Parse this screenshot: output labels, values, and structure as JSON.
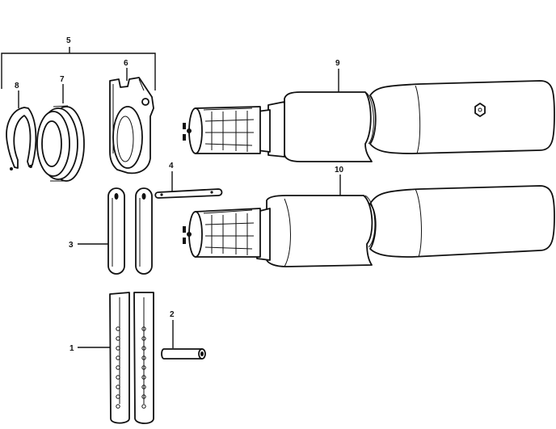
{
  "diagram": {
    "callouts": {
      "c1": "1",
      "c2": "2",
      "c3": "3",
      "c4": "4",
      "c5": "5",
      "c6": "6",
      "c7": "7",
      "c8": "8",
      "c9": "9",
      "c10": "10"
    },
    "parts": [
      {
        "callout": "1",
        "icon": "lift-link-strap-icon"
      },
      {
        "callout": "2",
        "icon": "pin-icon"
      },
      {
        "callout": "3",
        "icon": "link-strap-icon"
      },
      {
        "callout": "4",
        "icon": "pin-icon"
      },
      {
        "callout": "5",
        "icon": "bracket-group-icon"
      },
      {
        "callout": "6",
        "icon": "yoke-icon"
      },
      {
        "callout": "7",
        "icon": "seal-icon"
      },
      {
        "callout": "8",
        "icon": "retaining-ring-icon"
      },
      {
        "callout": "9",
        "icon": "splined-shaft-icon"
      },
      {
        "callout": "10",
        "icon": "splined-shaft-icon"
      }
    ]
  }
}
